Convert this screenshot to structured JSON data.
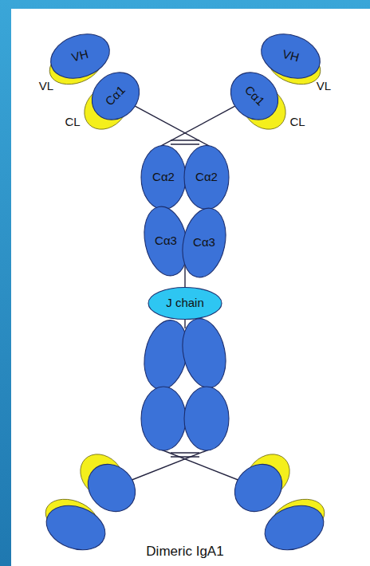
{
  "diagram": {
    "caption": "Dimeric IgA1",
    "nodes": [
      {
        "text": [
          "VH"
        ]
      },
      {
        "text": [
          "VH"
        ]
      },
      {
        "text": [
          "Cα1"
        ]
      },
      {
        "text": [
          "Cα1"
        ]
      },
      {
        "text": [
          "Cα2"
        ]
      },
      {
        "text": [
          "Cα2"
        ]
      },
      {
        "text": [
          "Cα3"
        ]
      },
      {
        "text": [
          "Cα3"
        ]
      },
      {
        "text": [
          "J chain"
        ]
      }
    ],
    "edges": [
      {
        "from": 2,
        "to": 5,
        "arrow": "none"
      },
      {
        "from": 3,
        "to": 4,
        "arrow": "none"
      },
      {
        "from": 7,
        "to": 8,
        "arrow": "none"
      }
    ],
    "labels": [
      "VL",
      "VL",
      "CL",
      "CL"
    ]
  }
}
